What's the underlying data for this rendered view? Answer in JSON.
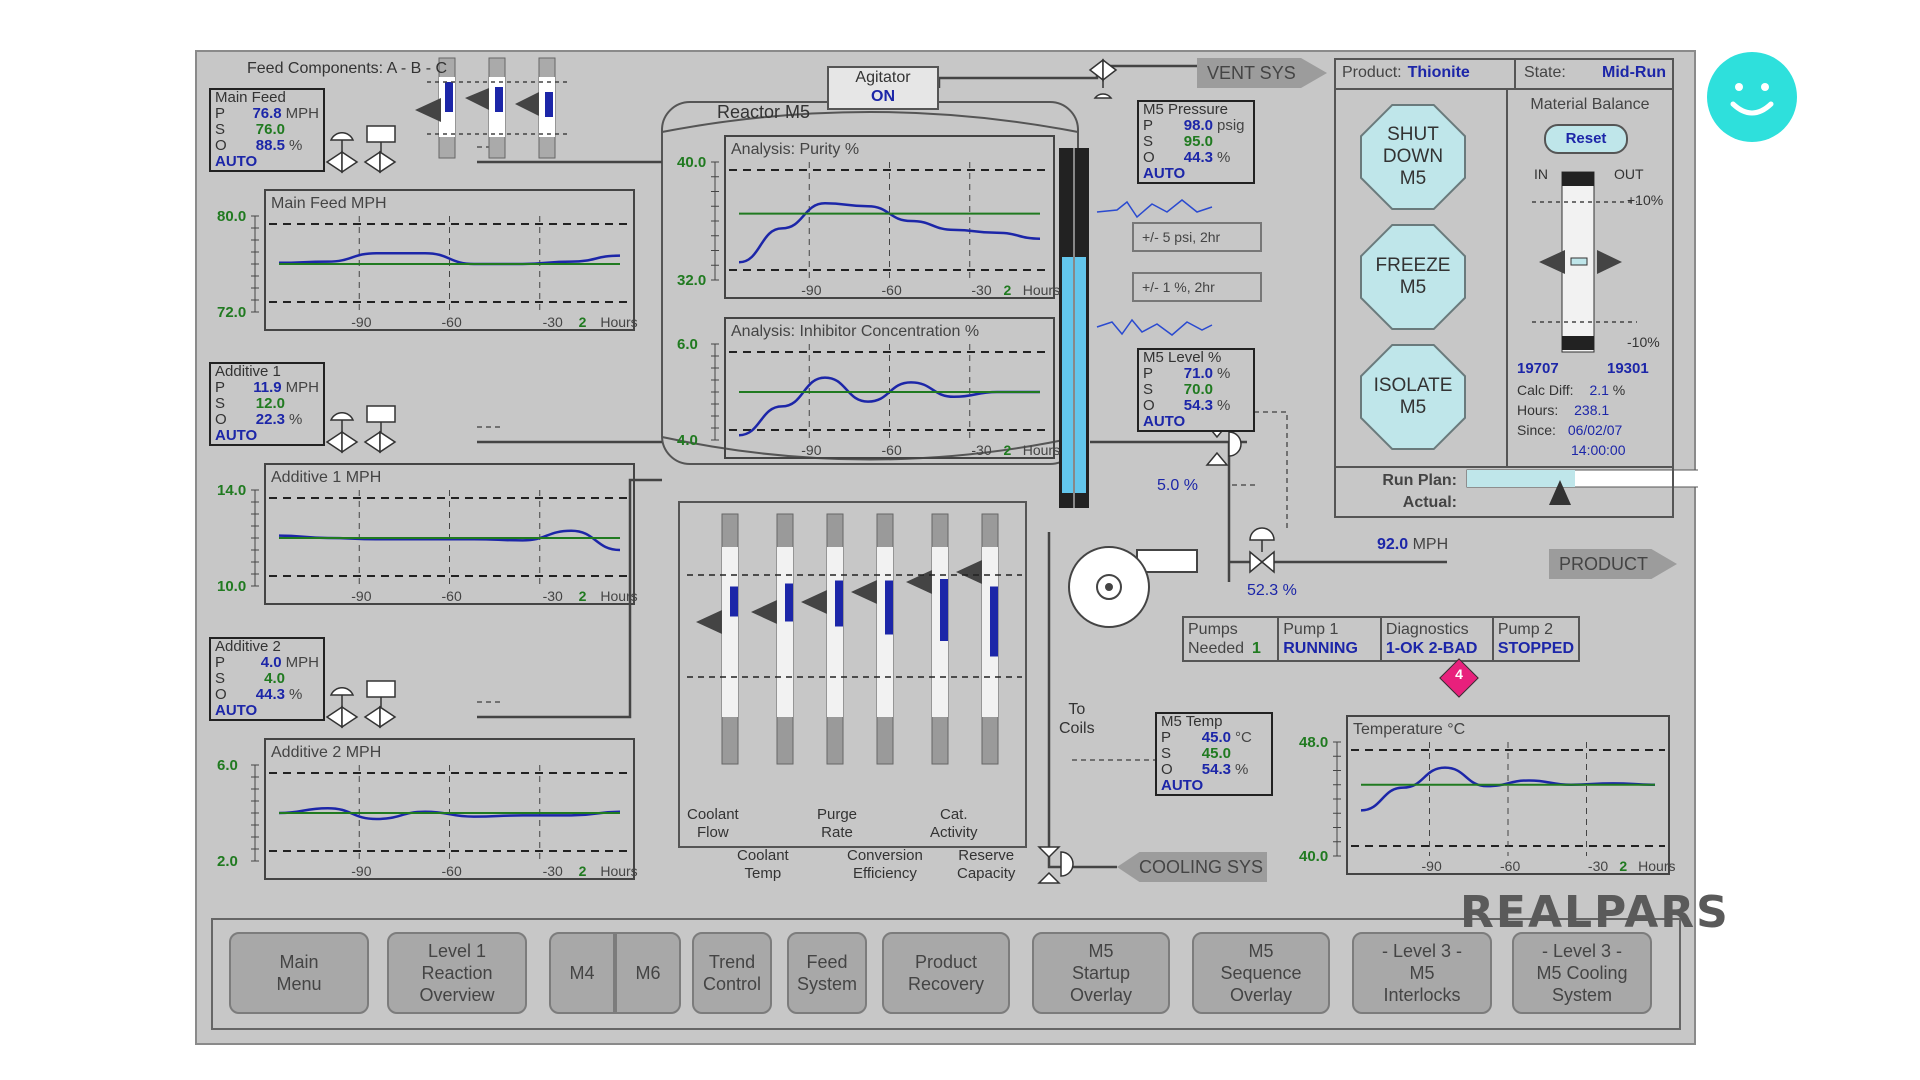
{
  "feed_components_label": "Feed Components: A - B - C",
  "agitator": {
    "title": "Agitator",
    "state": "ON"
  },
  "reactor_label": "Reactor M5",
  "vent_tag": "VENT SYS",
  "product_tag": "PRODUCT",
  "cooling_tag": "COOLING SYS",
  "to_coils": "To\nCoils",
  "faceplates": {
    "main_feed": {
      "title": "Main Feed",
      "p": "76.8",
      "s": "76.0",
      "o": "88.5",
      "unit": "MPH",
      "o_unit": "%",
      "mode": "AUTO"
    },
    "additive1": {
      "title": "Additive 1",
      "p": "11.9",
      "s": "12.0",
      "o": "22.3",
      "unit": "MPH",
      "o_unit": "%",
      "mode": "AUTO"
    },
    "additive2": {
      "title": "Additive 2",
      "p": "4.0",
      "s": "4.0",
      "o": "44.3",
      "unit": "MPH",
      "o_unit": "%",
      "mode": "AUTO"
    },
    "m5_pressure": {
      "title": "M5 Pressure",
      "p": "98.0",
      "s": "95.0",
      "o": "44.3",
      "unit": "psig",
      "o_unit": "%",
      "mode": "AUTO"
    },
    "m5_level": {
      "title": "M5 Level %",
      "p": "71.0",
      "s": "70.0",
      "o": "54.3",
      "unit": "%",
      "o_unit": "%",
      "mode": "AUTO"
    },
    "m5_temp": {
      "title": "M5 Temp",
      "p": "45.0",
      "s": "45.0",
      "o": "54.3",
      "unit": "°C",
      "o_unit": "%",
      "mode": "AUTO"
    }
  },
  "pv_letters": {
    "p": "P",
    "s": "S",
    "o": "O"
  },
  "trend_boxes": {
    "pressure": "+/- 5 psi, 2hr",
    "level": "+/- 1 %,  2hr"
  },
  "valve_readings": {
    "recycle": "5.0 %",
    "product_valve": "52.3 %",
    "product_flow": "92.0",
    "product_flow_unit": "MPH"
  },
  "pumps": {
    "needed_label": "Pumps\nNeeded",
    "needed_value": "1",
    "pump1_label": "Pump 1",
    "pump1_state": "RUNNING",
    "diag_label": "Diagnostics",
    "diag_value": "1-OK 2-BAD",
    "diag_alarm": "4",
    "pump2_label": "Pump 2",
    "pump2_state": "STOPPED"
  },
  "product_panel": {
    "product_label": "Product:",
    "product": "Thionite",
    "state_label": "State:",
    "state": "Mid-Run"
  },
  "buttons": {
    "shutdown": "SHUT\nDOWN\nM5",
    "freeze": "FREEZE\nM5",
    "isolate": "ISOLATE\nM5"
  },
  "material_balance": {
    "title": "Material Balance",
    "reset": "Reset",
    "in": "IN",
    "out": "OUT",
    "plus": "+10%",
    "minus": "-10%",
    "in_total": "19707",
    "out_total": "19301",
    "calc_diff_label": "Calc Diff:",
    "calc_diff": "2.1",
    "calc_diff_unit": "%",
    "hours_label": "Hours:",
    "hours": "238.1",
    "since_label": "Since:",
    "since_date": "06/02/07",
    "since_time": "14:00:00"
  },
  "run_plan": {
    "plan_label": "Run Plan:",
    "actual_label": "Actual:",
    "progress": 0.45
  },
  "bar_labels": {
    "coolant_flow": "Coolant\nFlow",
    "coolant_temp": "Coolant\nTemp",
    "purge_rate": "Purge\nRate",
    "conversion_eff": "Conversion\nEfficiency",
    "cat_activity": "Cat.\nActivity",
    "reserve_cap": "Reserve\nCapacity"
  },
  "colors": {
    "bg": "#c7c7c7",
    "trend_blue": "#1c26a8",
    "trend_green": "#207a20",
    "level_cyan": "#63c6ec",
    "alarm_magenta": "#e8207c",
    "smiley": "#2ee0dc"
  },
  "nav": [
    {
      "label": "Main\nMenu"
    },
    {
      "label": "Level 1\nReaction\nOverview"
    },
    {
      "label": "M4"
    },
    {
      "label": "M6"
    },
    {
      "label": "Trend\nControl"
    },
    {
      "label": "Feed\nSystem"
    },
    {
      "label": "Product\nRecovery"
    },
    {
      "label": "M5\nStartup\nOverlay"
    },
    {
      "label": "M5\nSequence\nOverlay"
    },
    {
      "label": "- Level 3 -\nM5\nInterlocks"
    },
    {
      "label": "- Level 3 -\nM5 Cooling\nSystem"
    }
  ],
  "watermark": "REALPARS",
  "chart_data": [
    {
      "type": "line",
      "title": "Main Feed MPH",
      "ylim": [
        72.0,
        80.0
      ],
      "y_ticks": [
        "80.0",
        "72.0"
      ],
      "x_ticks": [
        "-90",
        "-60",
        "-30",
        "2",
        "Hours"
      ],
      "series": [
        {
          "values": [
            76.1,
            76.2,
            76.9,
            76.9,
            76.0,
            76.0,
            76.2,
            76.7
          ]
        },
        {
          "values": [
            76.0,
            76.0,
            76.0,
            76.0,
            76.0,
            76.0,
            76.0,
            76.0
          ]
        }
      ]
    },
    {
      "type": "line",
      "title": "Additive 1 MPH",
      "ylim": [
        10.0,
        14.0
      ],
      "y_ticks": [
        "14.0",
        "10.0"
      ],
      "x_ticks": [
        "-90",
        "-60",
        "-30",
        "2",
        "Hours"
      ],
      "series": [
        {
          "values": [
            12.1,
            12.0,
            11.95,
            11.95,
            11.95,
            11.9,
            12.3,
            11.5
          ]
        },
        {
          "values": [
            12.0,
            12.0,
            12.0,
            12.0,
            12.0,
            12.0,
            12.0,
            12.0
          ]
        }
      ]
    },
    {
      "type": "line",
      "title": "Additive 2 MPH",
      "ylim": [
        2.0,
        6.0
      ],
      "y_ticks": [
        "6.0",
        "2.0"
      ],
      "x_ticks": [
        "-90",
        "-60",
        "-30",
        "2",
        "Hours"
      ],
      "series": [
        {
          "values": [
            4.0,
            4.2,
            3.75,
            4.05,
            3.85,
            3.9,
            3.9,
            4.05
          ]
        },
        {
          "values": [
            4.0,
            4.0,
            4.0,
            4.0,
            4.0,
            4.0,
            4.0,
            4.0
          ]
        }
      ]
    },
    {
      "type": "line",
      "title": "Analysis: Purity %",
      "ylim": [
        32.0,
        40.0
      ],
      "y_ticks": [
        "40.0",
        "32.0"
      ],
      "x_ticks": [
        "-90",
        "-60",
        "-30",
        "2",
        "Hours"
      ],
      "series": [
        {
          "values": [
            33.2,
            35.5,
            37.2,
            37.0,
            36.0,
            35.4,
            35.2,
            34.8
          ]
        },
        {
          "values": [
            36.5,
            36.5,
            36.5,
            36.5,
            36.5,
            36.5,
            36.5,
            36.5
          ]
        }
      ]
    },
    {
      "type": "line",
      "title": "Analysis: Inhibitor Concentration %",
      "ylim": [
        4.0,
        6.0
      ],
      "y_ticks": [
        "6.0",
        "4.0"
      ],
      "x_ticks": [
        "-90",
        "-60",
        "-30",
        "2",
        "Hours"
      ],
      "series": [
        {
          "values": [
            4.1,
            4.7,
            5.3,
            4.8,
            5.2,
            4.9,
            5.0,
            5.0
          ]
        },
        {
          "values": [
            5.0,
            5.0,
            5.0,
            5.0,
            5.0,
            5.0,
            5.0,
            5.0
          ]
        }
      ]
    },
    {
      "type": "line",
      "title": "Temperature °C",
      "ylim": [
        40.0,
        48.0
      ],
      "y_ticks": [
        "48.0",
        "40.0"
      ],
      "x_ticks": [
        "-90",
        "-60",
        "-30",
        "2",
        "Hours"
      ],
      "series": [
        {
          "values": [
            43.2,
            44.8,
            46.2,
            44.9,
            45.3,
            45.0,
            45.1,
            45.0
          ]
        },
        {
          "values": [
            45.0,
            45.0,
            45.0,
            45.0,
            45.0,
            45.0,
            45.0,
            45.0
          ]
        }
      ]
    }
  ]
}
